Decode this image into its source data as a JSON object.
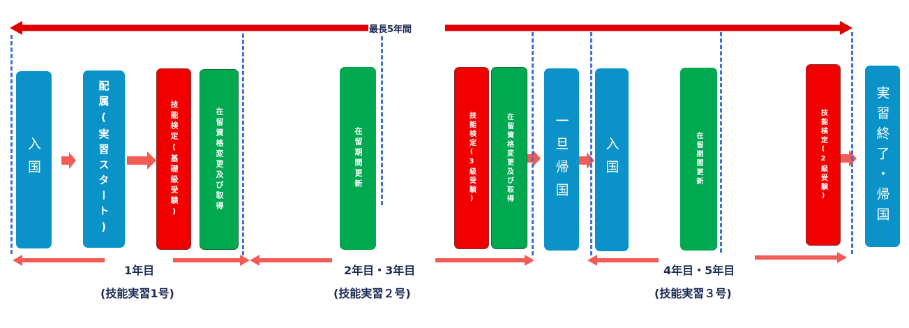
{
  "max_period_label": "最長5年間",
  "periods": [
    {
      "year_label": "1年目",
      "program_label": "(技能実習1号)"
    },
    {
      "year_label": "2年目・3年目",
      "program_label": "(技能実習２号)"
    },
    {
      "year_label": "4年目・5年目",
      "program_label": "(技能実習３号)"
    }
  ],
  "boxes": [
    {
      "text": "入国"
    },
    {
      "text": "配属(実習スタート)"
    },
    {
      "text": "技能検定(基礎級受験)"
    },
    {
      "text": "在留資格変更及び取得"
    },
    {
      "text": "在留期間更新"
    },
    {
      "text": "技能検定(3級受験)"
    },
    {
      "text": "在留資格変更及び取得"
    },
    {
      "text": "一旦帰国"
    },
    {
      "text": "入国"
    },
    {
      "text": "在留期間更新"
    },
    {
      "text": "技能検定(2級受験)"
    },
    {
      "text": "実習終了・帰国"
    }
  ],
  "colors": {
    "blue": "#0b93c9",
    "green": "#00a94f",
    "red": "#f20000",
    "arrow_red": "#e10000",
    "arrow_salmon": "#f25c54",
    "dash_blue": "#3b6fd9",
    "label_navy": "#1e2a55"
  }
}
